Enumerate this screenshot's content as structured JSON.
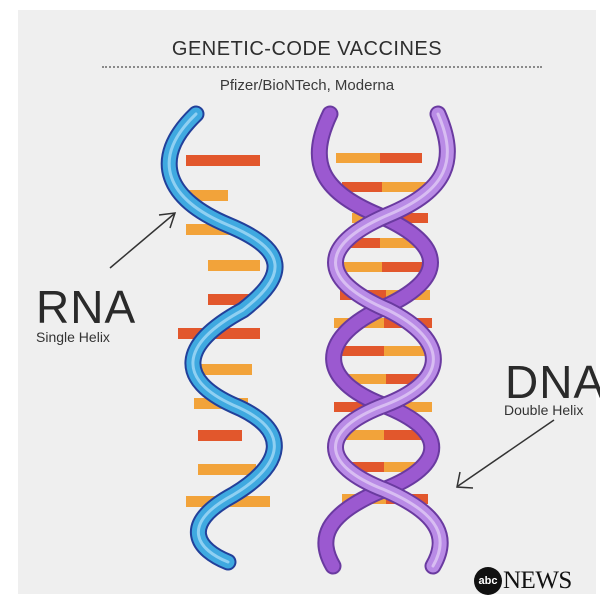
{
  "title": "GENETIC-CODE VACCINES",
  "subtitle": "Pfizer/BioNTech, Moderna",
  "rna": {
    "label": "RNA",
    "sublabel": "Single Helix"
  },
  "dna": {
    "label": "DNA",
    "sublabel": "Double Helix"
  },
  "logo": {
    "circle_text": "abc",
    "wordmark": "NEWS"
  },
  "colors": {
    "background": "#efefef",
    "rna_strand": "#3fa9e0",
    "rna_strand_back": "#22409a",
    "dna_strand": "#9b59d0",
    "dna_strand_back": "#6a3aa0",
    "base_orange": "#f2a33a",
    "base_red": "#e2572c"
  }
}
